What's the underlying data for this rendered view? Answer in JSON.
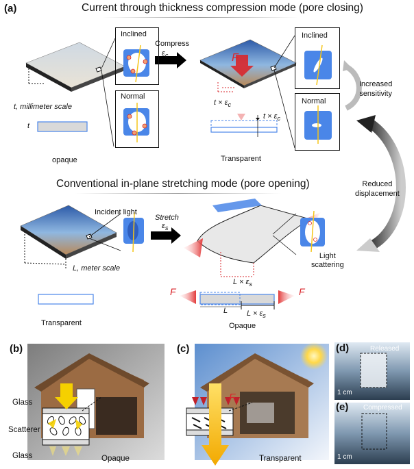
{
  "panels": {
    "a": "(a)",
    "b": "(b)",
    "c": "(c)",
    "d": "(d)",
    "e": "(e)"
  },
  "top_section": {
    "title": "Current through thickness compression mode (pore closing)",
    "thickness_label": "t, millimeter scale",
    "t_symbol": "t",
    "opaque_label": "opaque",
    "inset_inclined": "Inclined",
    "inset_normal": "Normal",
    "compress_label": "Compress",
    "compress_strain": "ε",
    "compress_strain_sub": "c",
    "force_symbol": "F",
    "t_times_ec": "t × ε",
    "t_times_ec_sub": "c",
    "t_times_ec_right": "t × ε",
    "t_times_ec_right_sub": "c",
    "transparent_label": "Transparent",
    "right_inclined": "Inclined",
    "right_normal": "Normal",
    "increased_sensitivity": [
      "Increased",
      "sensitivity"
    ],
    "reduced_displacement": [
      "Reduced",
      "displacement"
    ]
  },
  "bottom_section": {
    "title": "Conventional in-plane stretching mode (pore opening)",
    "incident_light": "Incident light",
    "stretch_label": "Stretch",
    "stretch_strain": "ε",
    "stretch_strain_sub": "s",
    "length_label": "L, meter scale",
    "l_times_es": "L × ε",
    "l_times_es_sub": "s",
    "light_scattering": [
      "Light",
      "scattering"
    ],
    "transparent_label": "Transparent",
    "opaque_label": "Opaque",
    "force_left": "F",
    "force_right": "F",
    "L_symbol": "L",
    "l_times_es_bar": "L × ε",
    "l_times_es_bar_sub": "s"
  },
  "panel_b": {
    "glass_top": "Glass",
    "scatterer": "Scatterer",
    "glass_bottom": "Glass",
    "state": "Opaque"
  },
  "panel_c": {
    "force_symbol": "F",
    "state": "Transparent"
  },
  "panel_d": {
    "state": "Released",
    "scale": "1 cm"
  },
  "panel_e": {
    "state": "Compressed",
    "scale": "1 cm"
  },
  "colors": {
    "accent_blue": "#4a86e8",
    "force_red": "#d9262b",
    "light_yellow": "#f5c518",
    "arrow_gray": "#9a9a9a"
  }
}
